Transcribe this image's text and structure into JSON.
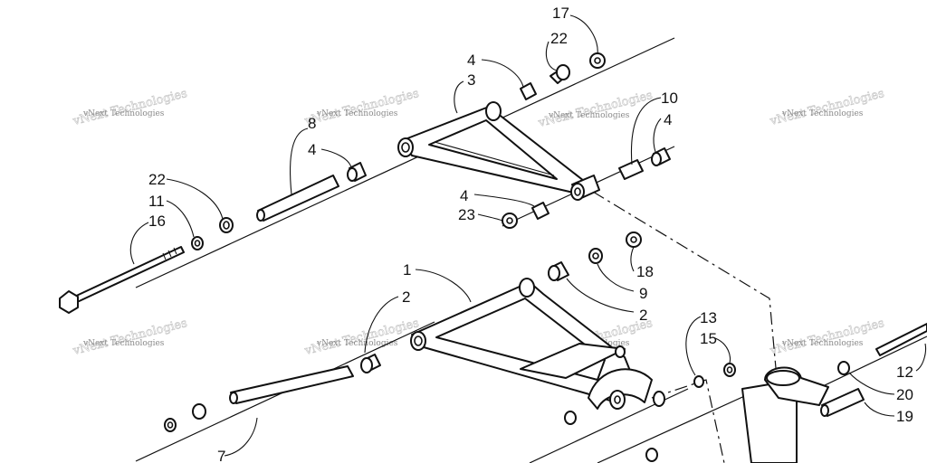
{
  "watermark": {
    "text": "vNext Technologies"
  },
  "callouts": {
    "c1": "1",
    "c2a": "2",
    "c2b": "2",
    "c3": "3",
    "c4a": "4",
    "c4b": "4",
    "c4c": "4",
    "c4d": "4",
    "c7": "7",
    "c8": "8",
    "c9": "9",
    "c10": "10",
    "c11": "11",
    "c12": "12",
    "c13": "13",
    "c15": "15",
    "c16": "16",
    "c17": "17",
    "c18": "18",
    "c19": "19",
    "c20": "20",
    "c22a": "22",
    "c22b": "22",
    "c23": "23"
  }
}
